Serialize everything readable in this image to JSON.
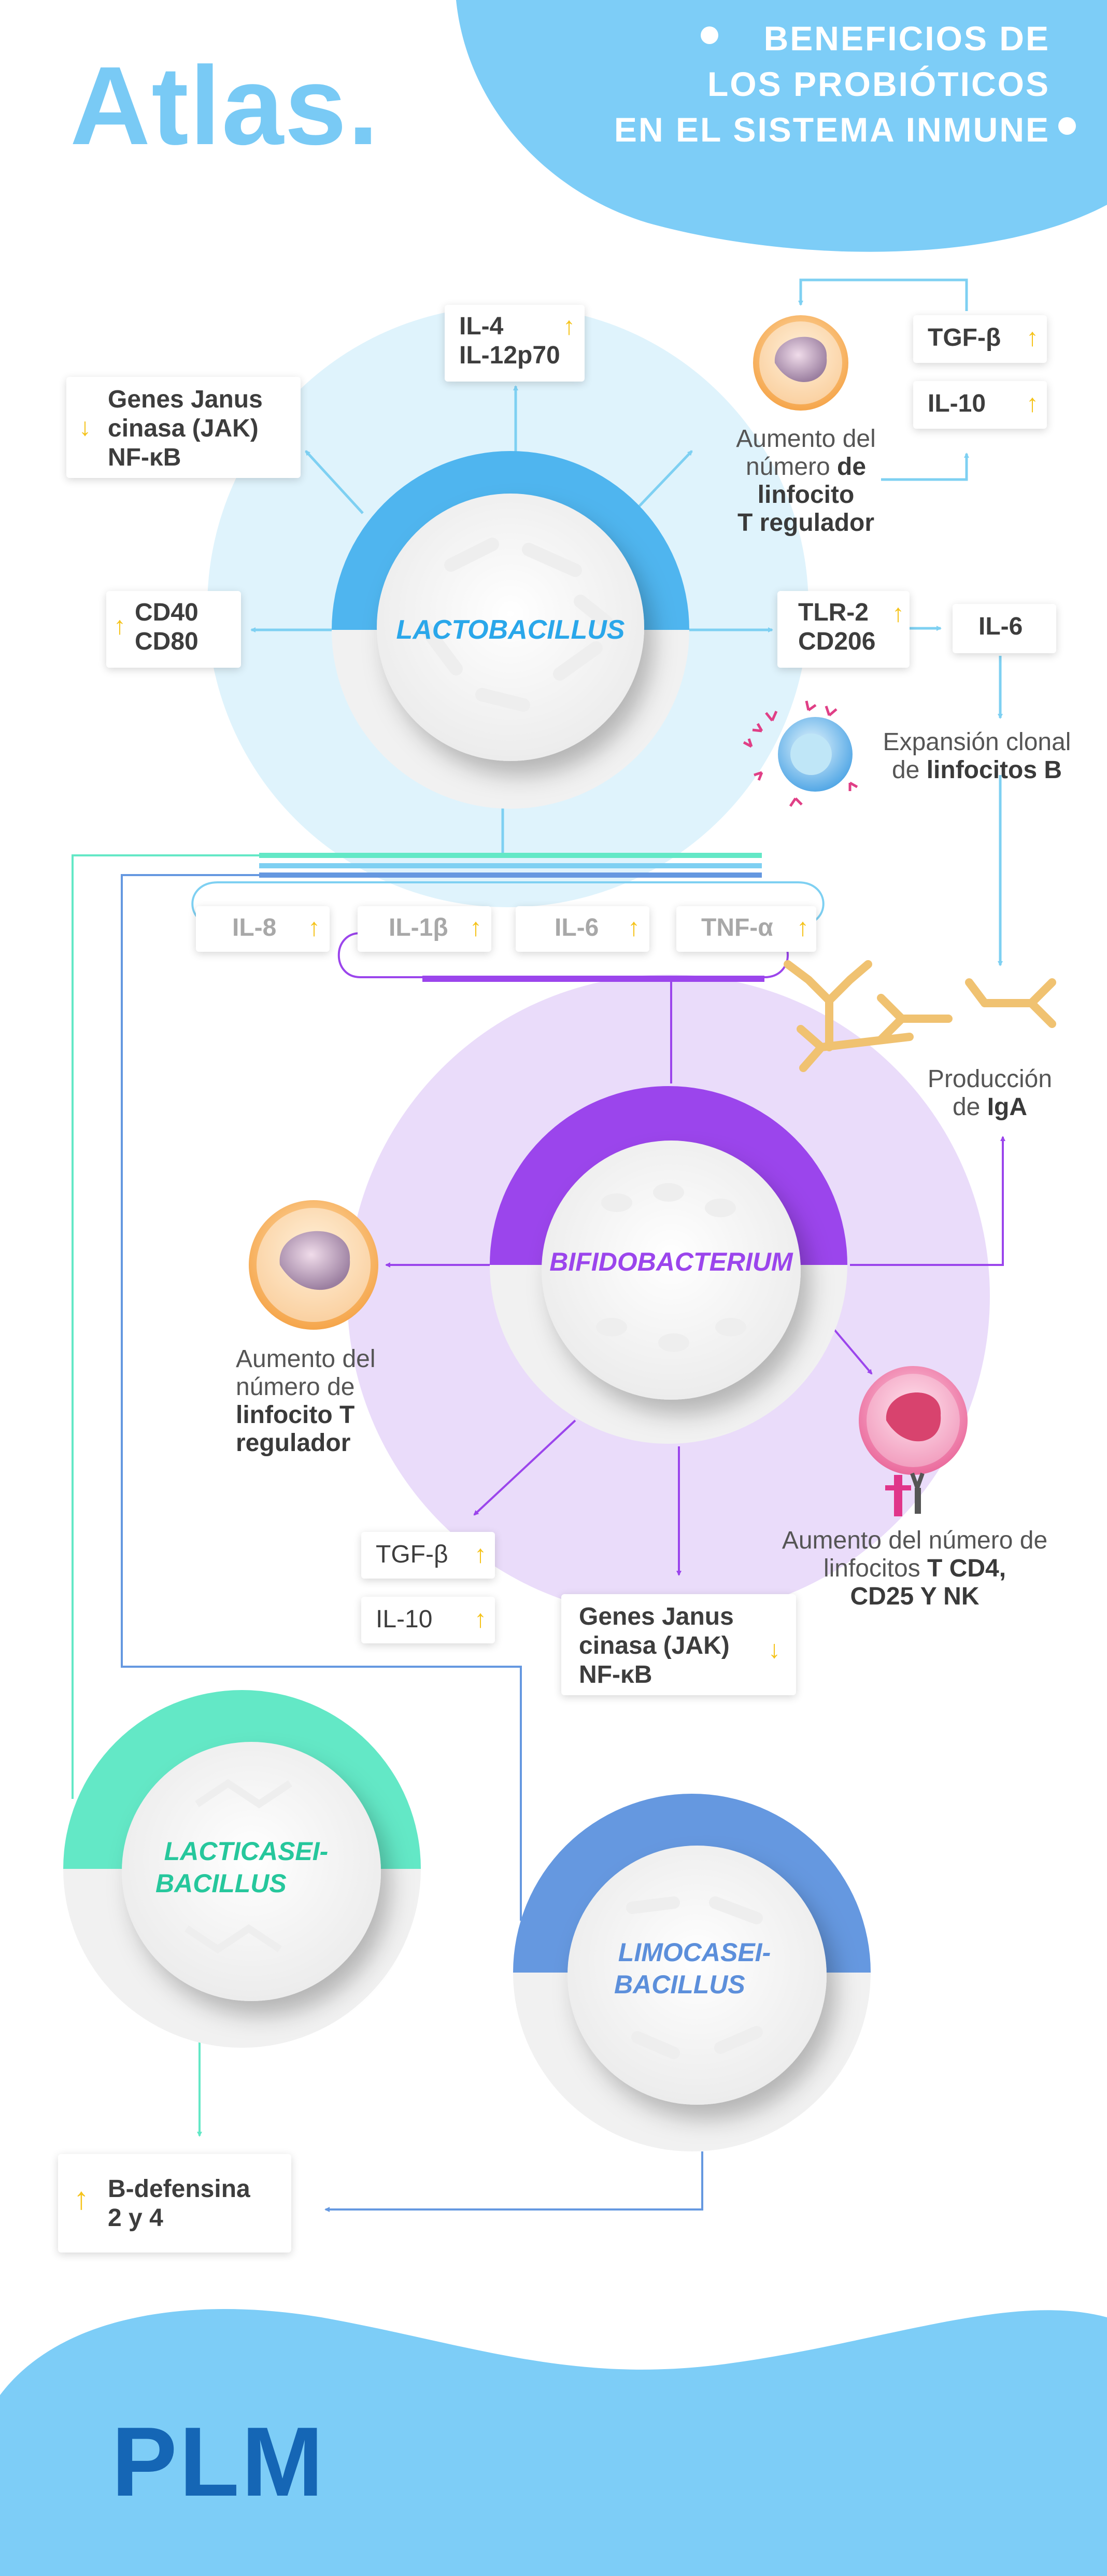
{
  "logo": "Atlas.",
  "header": {
    "line1": "BENEFICIOS DE",
    "line2": "LOS PROBIÓTICOS",
    "line3": "EN EL SISTEMA INMUNE"
  },
  "colors": {
    "lacto": "#4fb5ef",
    "lacto_bg": "#dff3fc",
    "bifido": "#9b45ec",
    "bifido_bg": "#eadcfa",
    "lacticasei": "#63e8c6",
    "limocasei": "#6598e0",
    "accent_up": "#f5c31a",
    "header": "#7dcdf7",
    "plm": "#1566b5"
  },
  "lactobacillus": {
    "name": "LACTOBACILLUS",
    "box_il4": {
      "l1": "IL-4",
      "l2": "IL-12p70"
    },
    "box_genes": {
      "l1": "Genes Janus",
      "l2": "cinasa (JAK)",
      "l3": "NF-κB"
    },
    "box_cd": {
      "l1": "CD40",
      "l2": "CD80"
    },
    "box_tlr": {
      "l1": "TLR-2",
      "l2": "CD206"
    },
    "box_il6": "IL-6",
    "box_tgf": "TGF-β",
    "box_il10": "IL-10",
    "treg": {
      "l1": "Aumento del",
      "l2a": "número ",
      "l2b": "de",
      "l3": "linfocito",
      "l4": "T regulador"
    },
    "bcell": {
      "l1": "Expansión clonal",
      "l2a": "de ",
      "l2b": "linfocitos B"
    }
  },
  "cytokines": [
    {
      "label": "IL-8"
    },
    {
      "label": "IL-1β"
    },
    {
      "label": "IL-6"
    },
    {
      "label": "TNF-α"
    }
  ],
  "iga": {
    "l1": "Producción",
    "l2a": "de ",
    "l2b": "IgA"
  },
  "bifidobacterium": {
    "name": "BIFIDOBACTERIUM",
    "treg": {
      "l1": "Aumento del",
      "l2": "número de",
      "l3": "linfocito T",
      "l4": "regulador"
    },
    "cd4": {
      "l1": "Aumento del número de",
      "l2a": "linfocitos ",
      "l2b": "T CD4,",
      "l3": "CD25 Y NK"
    },
    "box_tgf": "TGF-β",
    "box_il10": "IL-10",
    "box_genes": {
      "l1": "Genes Janus",
      "l2": "cinasa (JAK)",
      "l3": "NF-κB"
    }
  },
  "lacticasei": {
    "l1": "LACTICASEI-",
    "l2": "BACILLUS"
  },
  "limocasei": {
    "l1": "LIMOCASEI-",
    "l2": "BACILLUS"
  },
  "defensina": {
    "l1": "B-defensina",
    "l2": "2 y 4"
  },
  "icons": {
    "up": "↑",
    "down": "↓"
  },
  "footer_logo": "PLM"
}
